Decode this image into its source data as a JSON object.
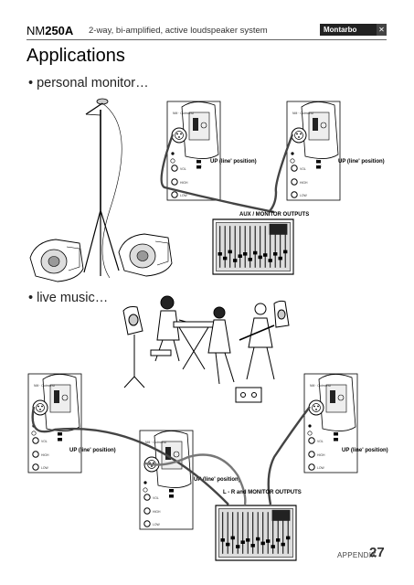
{
  "header": {
    "model_prefix": "NM",
    "model_number": "250A",
    "subtitle": "2-way, bi-amplified, active loudspeaker system",
    "brand": "Montarbo"
  },
  "page": {
    "title": "Applications",
    "section_1": "• personal monitor…",
    "section_2": "• live music…"
  },
  "diagram": {
    "up_label": "UP (line' position)",
    "up_label_alt": "UP (line' position)",
    "aux_outputs": "AUX / MONITOR OUTPUTS",
    "lr_outputs": "L - R and MONITOR OUTPUTS",
    "panel_line": "line",
    "panel_mic": "MIC"
  },
  "footer": {
    "section": "APPENDIX",
    "page_number": "27"
  }
}
